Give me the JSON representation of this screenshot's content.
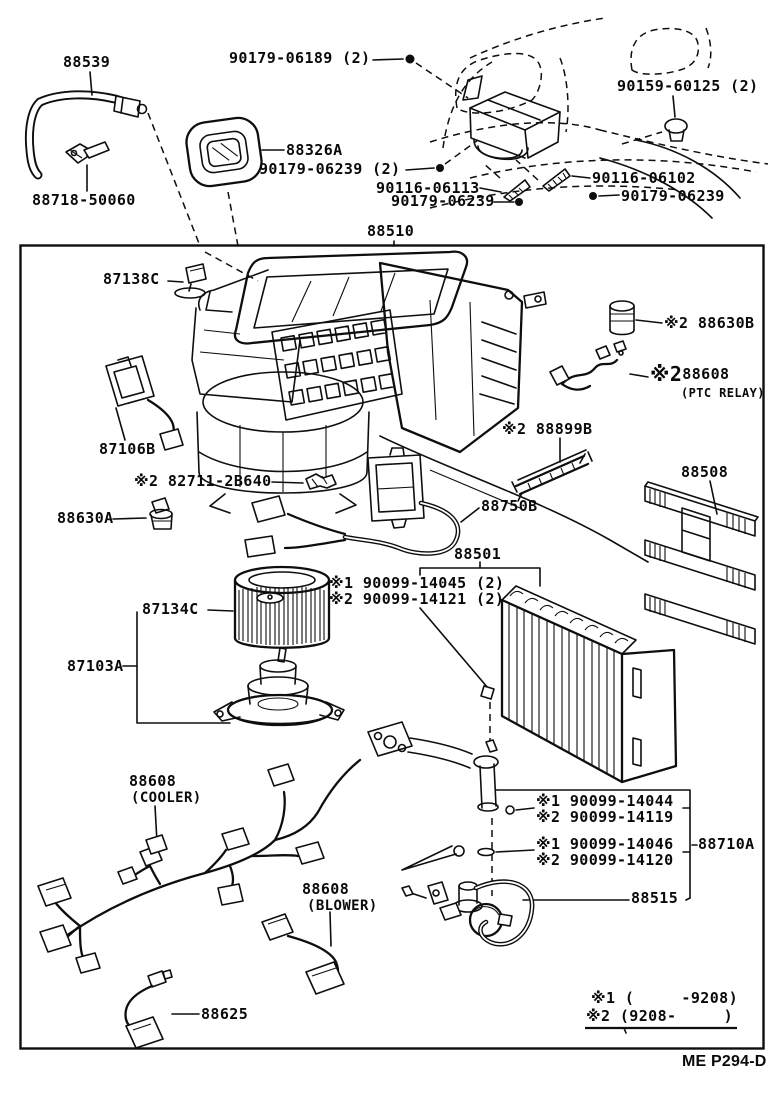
{
  "figure": {
    "sheet_code": "ME P294-D"
  },
  "callouts": {
    "hose": "88539",
    "clamp": "88718-50060",
    "screw_top": "90179-06189 (2)",
    "grommet": "88326A",
    "grommet_screw": "90179-06239 (2)",
    "body_screw": "90159-60125 (2)",
    "bolt_right": "90116-06102",
    "screw_right": "90179-06239",
    "bolt_left": "90116-06113",
    "screw_left": "90179-06239",
    "blower_assembly": "88510",
    "relay": "87138C",
    "resistor": "87106B",
    "capacitor": "※2 88630B",
    "ptc_relay_mark": "※2",
    "ptc_relay_no": "88608",
    "ptc_relay_note": "(PTC RELAY)",
    "ptc_heater": "※2 88899B",
    "filter": "88508",
    "clip": "※2 82711-2B640",
    "thermistor": "88630A",
    "amplifier": "88750B",
    "evaporator": "88501",
    "evap_fix_1": "※1 90099-14045 (2)",
    "evap_fix_2": "※2 90099-14121 (2)",
    "fan": "87134C",
    "motor": "87103A",
    "harness_cooler_no": "88608",
    "harness_cooler_note": "(COOLER)",
    "harness_blower_no": "88608",
    "harness_blower_note": "(BLOWER)",
    "harness_sub": "88625",
    "pipe_nut_a1": "※1 90099-14044",
    "pipe_nut_a2": "※2 90099-14119",
    "pipe_nut_b1": "※1 90099-14046",
    "pipe_nut_b2": "※2 90099-14120",
    "pipe": "88710A",
    "thermo_valve": "88515"
  },
  "legend": {
    "note1": "※1 (     -9208)",
    "note2": "※2 (9208-     )"
  }
}
